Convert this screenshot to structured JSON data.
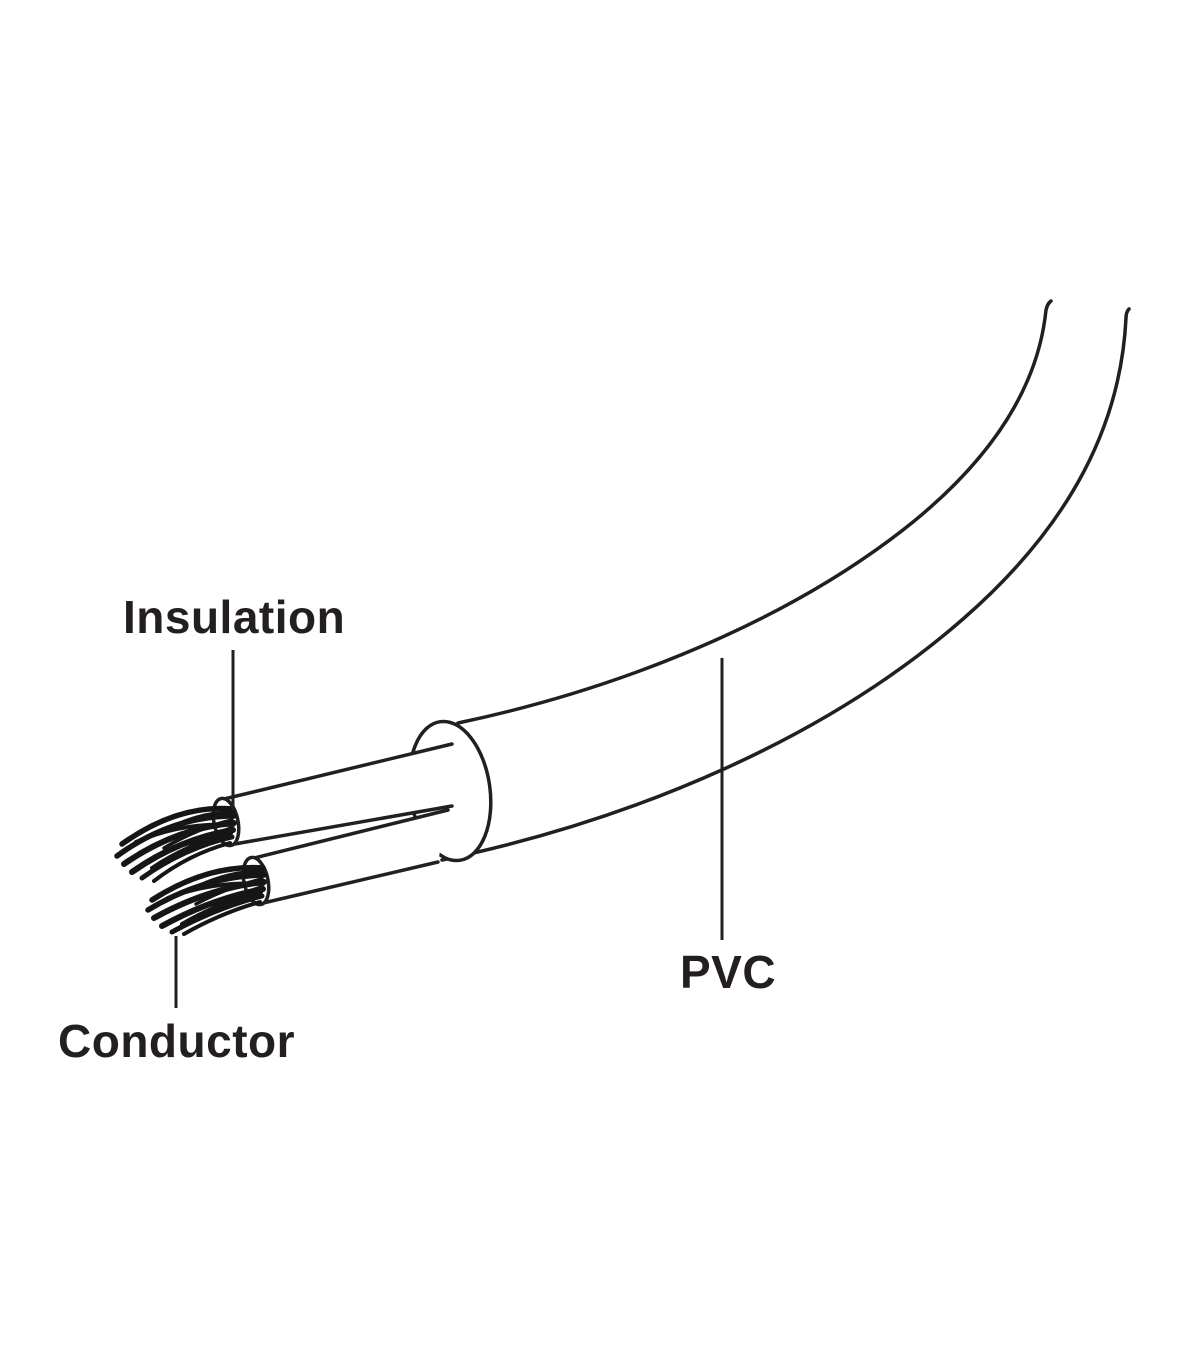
{
  "diagram": {
    "type": "cable-cutaway-diagram",
    "labels": {
      "insulation": "Insulation",
      "conductor": "Conductor",
      "pvc": "PVC"
    },
    "colors": {
      "line": "#231f20",
      "background": "#ffffff",
      "conductor": "#161616"
    }
  }
}
